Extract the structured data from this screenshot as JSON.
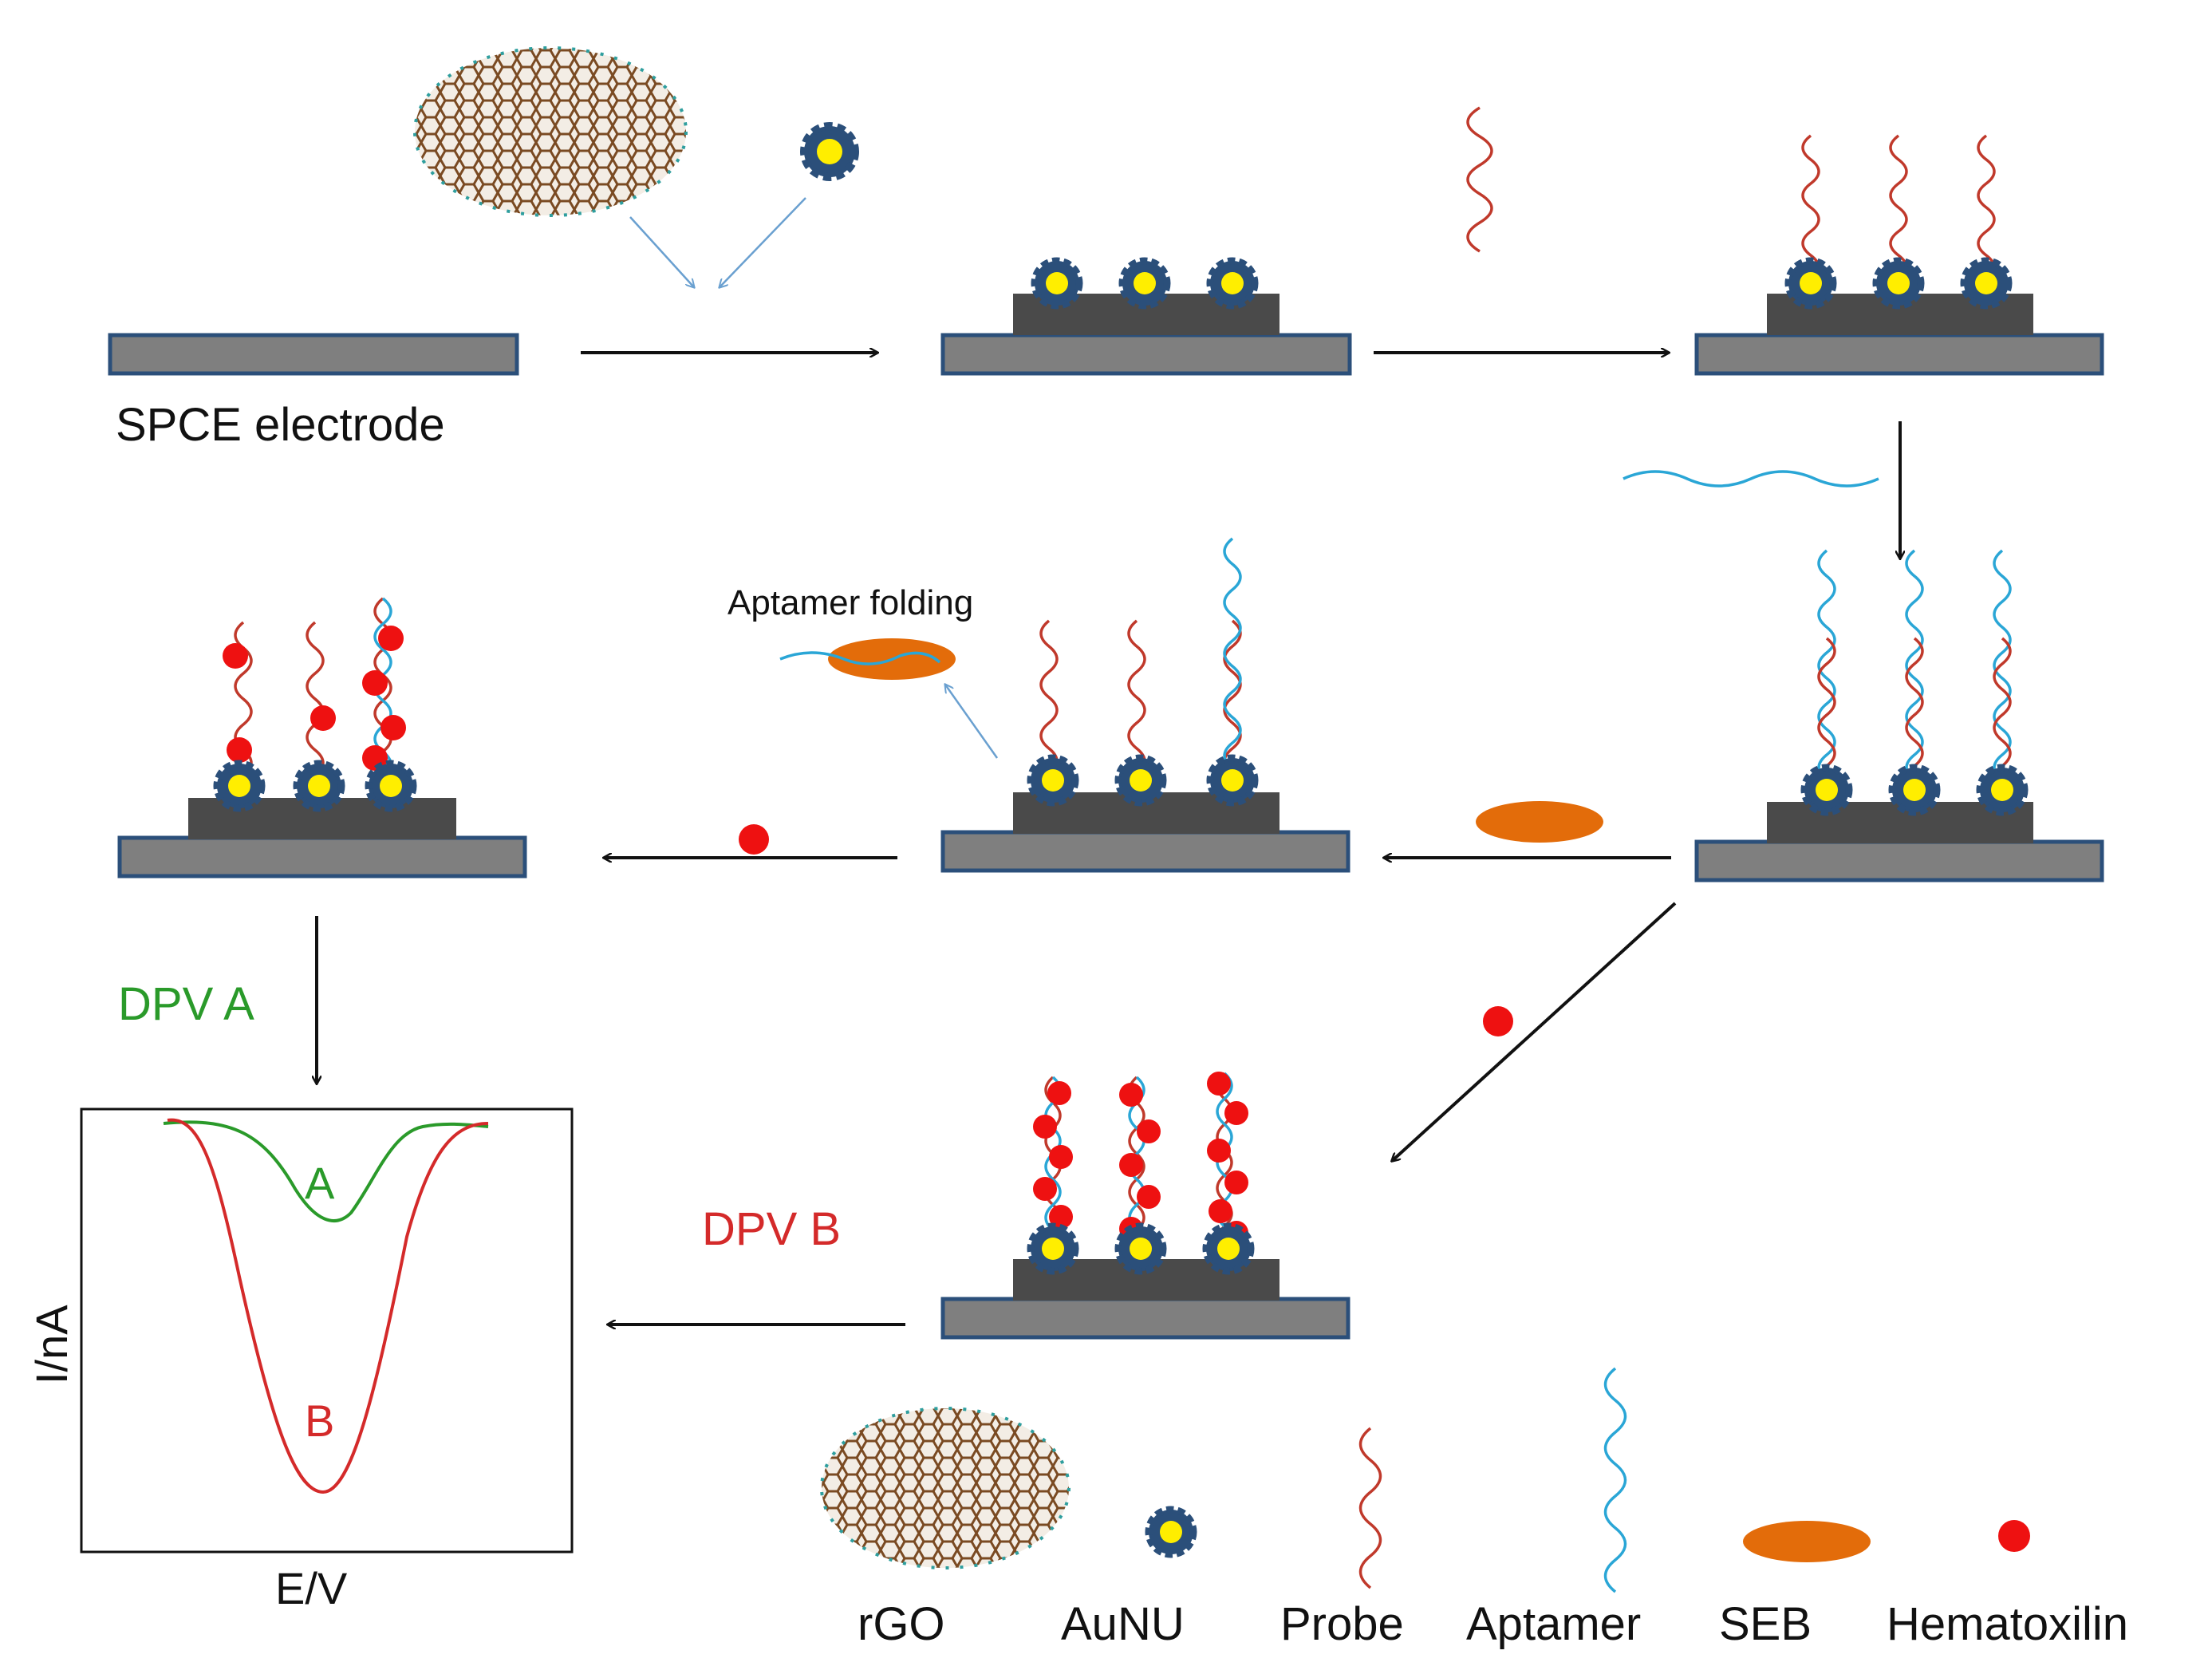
{
  "labels": {
    "spce": "SPCE electrode",
    "aptamer_folding": "Aptamer folding",
    "dpv_a": "DPV A",
    "dpv_b": "DPV B"
  },
  "plot": {
    "curve_a": "A",
    "curve_b": "B",
    "ylabel": "I/nA",
    "xlabel": "E/V"
  },
  "legend": [
    {
      "id": "rgo",
      "label": "rGO"
    },
    {
      "id": "aunu",
      "label": "AuNU"
    },
    {
      "id": "probe",
      "label": "Probe"
    },
    {
      "id": "aptamer",
      "label": "Aptamer"
    },
    {
      "id": "seb",
      "label": "SEB"
    },
    {
      "id": "hematoxilin",
      "label": "Hematoxilin"
    }
  ],
  "colors": {
    "electrode_fill": "#7f7f7f",
    "electrode_border": "#2b4f7a",
    "layer_fill": "#4a4a4a",
    "probe": "#c0392b",
    "aptamer": "#2aa6d6",
    "seb": "#e36c0a",
    "hematoxilin": "#ee1111",
    "dpv_a": "#2a9a2a",
    "dpv_b": "#d42a2a",
    "aunu_outer": "#2b4f7a",
    "aunu_core": "#ffee00",
    "rgo": "#8a5a2b"
  }
}
